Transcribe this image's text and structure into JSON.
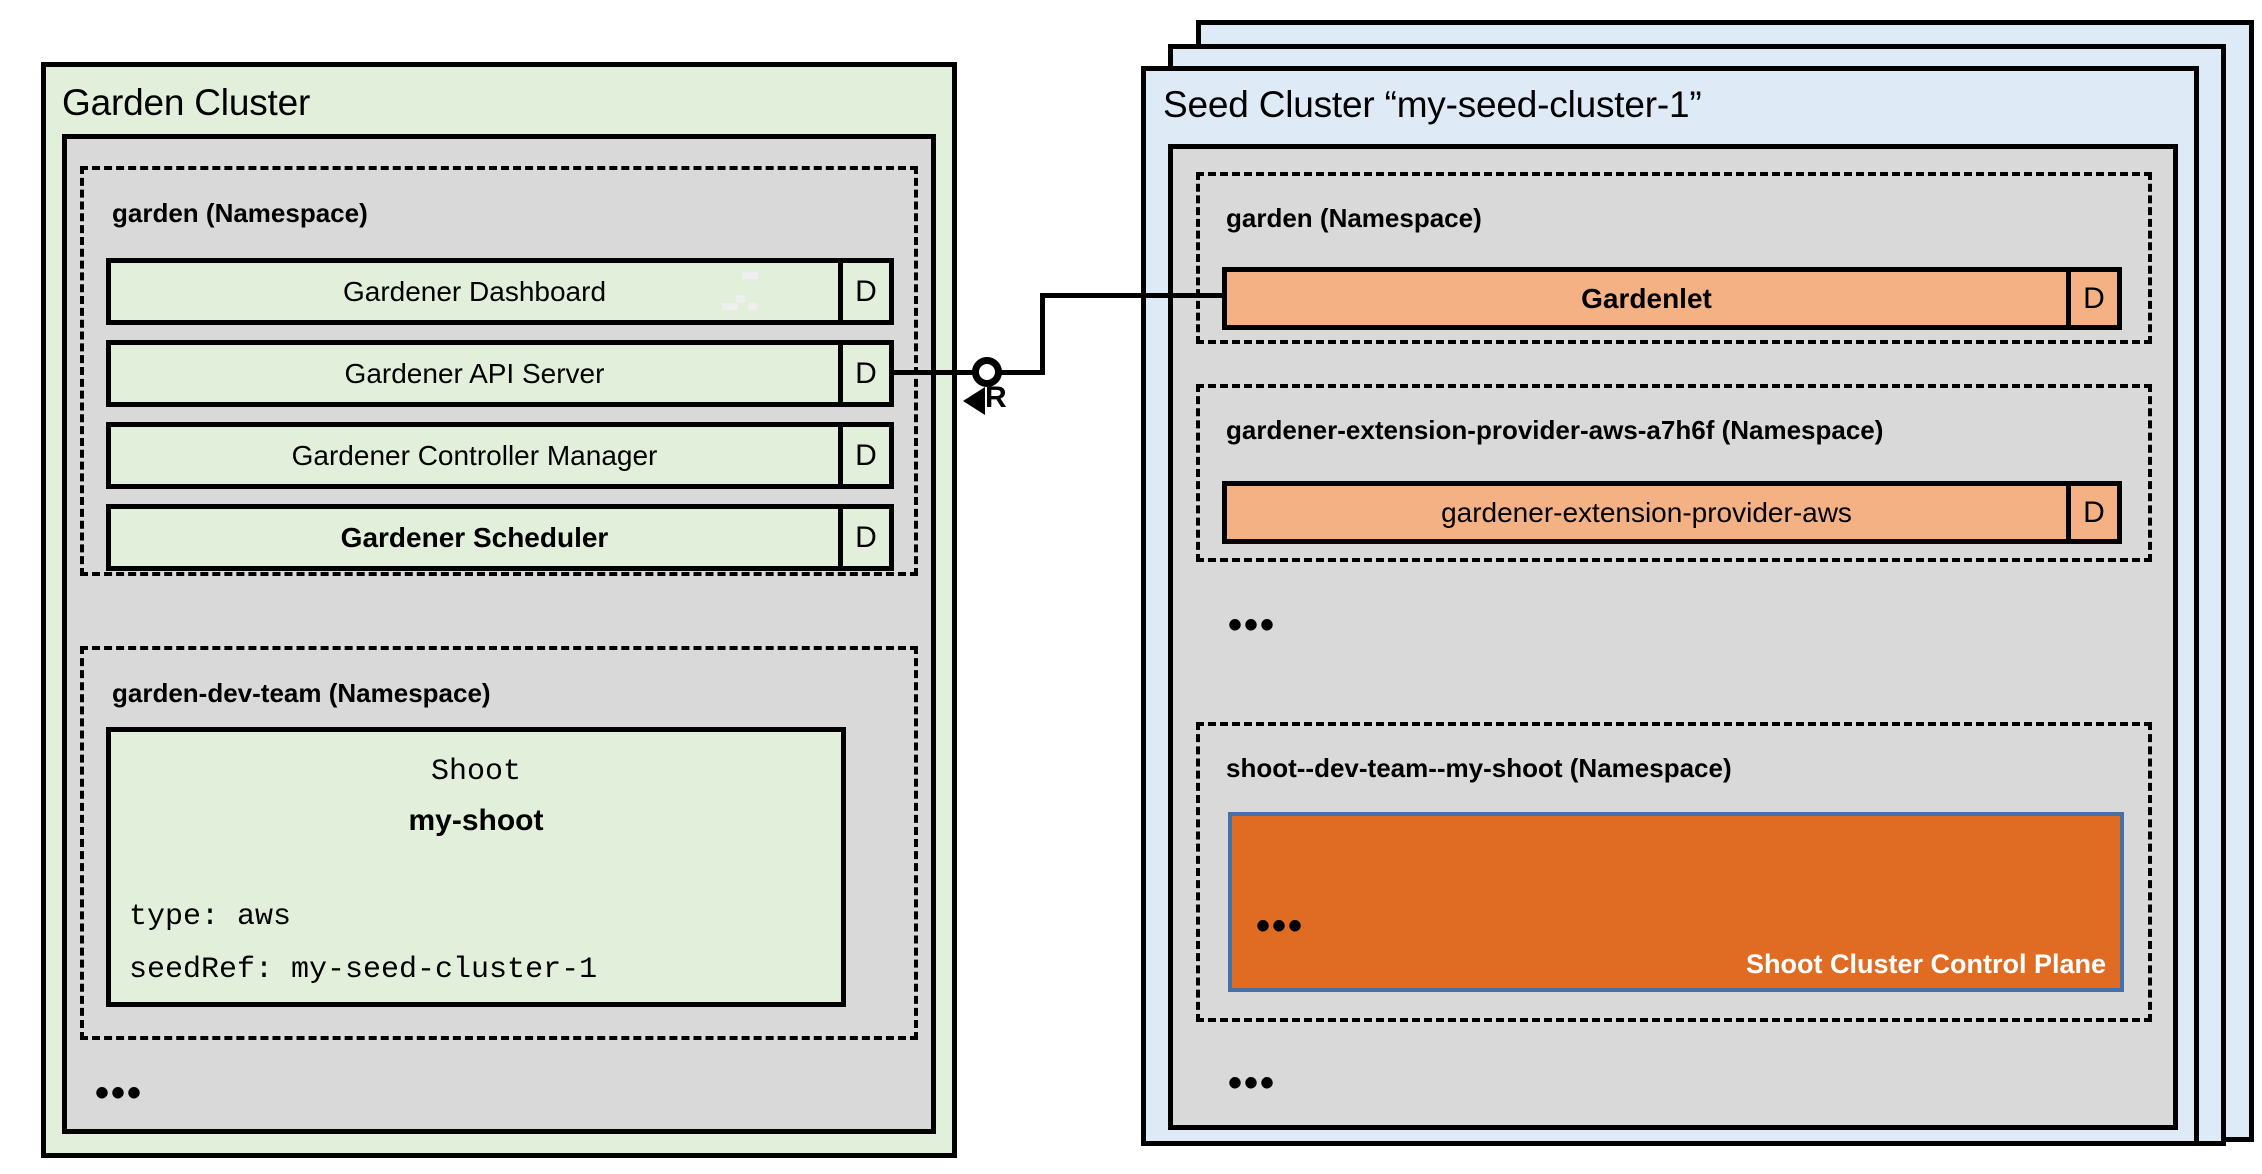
{
  "diagram": {
    "title": "Gardener Garden Cluster and Seed Cluster architecture",
    "colors": {
      "garden_fill": "#E2EFDA",
      "seed_fill": "#DEEAF6",
      "namespace_fill": "#D9D9D9",
      "component_green": "#E2EFDA",
      "component_orange": "#F4B183",
      "control_plane_fill": "#E06C23",
      "control_plane_border": "#4472A8",
      "stroke": "#000000"
    }
  },
  "garden_cluster": {
    "title": "Garden Cluster",
    "namespaces": [
      {
        "label": "garden (Namespace)",
        "components": [
          {
            "name": "Gardener Dashboard",
            "kind": "D",
            "bold": false
          },
          {
            "name": "Gardener API Server",
            "kind": "D",
            "bold": false
          },
          {
            "name": "Gardener Controller Manager",
            "kind": "D",
            "bold": false
          },
          {
            "name": "Gardener Scheduler",
            "kind": "D",
            "bold": true
          }
        ]
      },
      {
        "label": "garden-dev-team (Namespace)",
        "resource": {
          "kind": "Shoot",
          "name": "my-shoot",
          "spec_lines": [
            "type: aws",
            "seedRef: my-seed-cluster-1"
          ]
        }
      }
    ],
    "overflow_indicator": "•••"
  },
  "seed_cluster": {
    "title": "Seed Cluster “my-seed-cluster-1”",
    "namespaces": [
      {
        "label": "garden (Namespace)",
        "components": [
          {
            "name": "Gardenlet",
            "kind": "D",
            "bold": true
          }
        ]
      },
      {
        "label": "gardener-extension-provider-aws-a7h6f (Namespace)",
        "components": [
          {
            "name": "gardener-extension-provider-aws",
            "kind": "D",
            "bold": false
          }
        ]
      },
      {
        "label": "shoot--dev-team--my-shoot (Namespace)",
        "control_plane": {
          "title": "Shoot Cluster Control Plane",
          "overflow_indicator": "•••"
        }
      }
    ],
    "overflow_indicator_mid": "•••",
    "overflow_indicator_bottom": "•••"
  },
  "connector": {
    "label": "R",
    "from": "Gardener API Server",
    "to": "Gardenlet"
  }
}
